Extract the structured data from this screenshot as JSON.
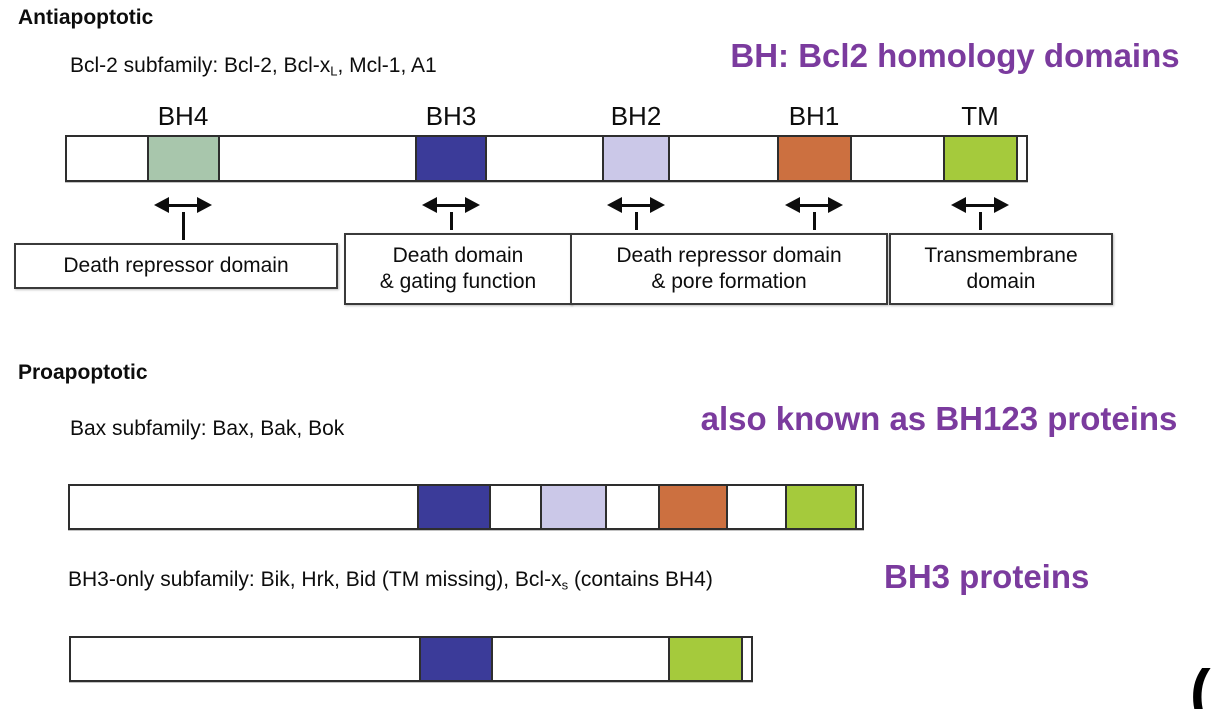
{
  "palette": {
    "bh4": "#a8c6ac",
    "bh3": "#3b3b99",
    "bh2": "#cbc8e8",
    "bh1": "#cc7040",
    "tm": "#a5ca3c",
    "purple": "#7b3b9e",
    "bar_border": "#2e2e2e"
  },
  "antiapoptotic": {
    "heading": "Antiapoptotic",
    "subfamily_prefix": "Bcl-2 subfamily: Bcl-2, Bcl-x",
    "subfamily_sub": "L",
    "subfamily_suffix": ", Mcl-1, A1",
    "annotation": "BH: Bcl2 homology domains",
    "domain_labels": [
      "BH4",
      "BH3",
      "BH2",
      "BH1",
      "TM"
    ],
    "bar_domains": [
      "BH4",
      "BH3",
      "BH2",
      "BH1",
      "TM"
    ],
    "function_boxes": [
      "Death repressor domain",
      "Death domain\n& gating function",
      "Death repressor domain\n& pore formation",
      "Transmembrane\ndomain"
    ]
  },
  "proapoptotic": {
    "heading": "Proapoptotic",
    "bax_subfamily": "Bax subfamily: Bax, Bak, Bok",
    "bax_annotation": "also known as BH123 proteins",
    "bax_bar_domains": [
      "BH3",
      "BH2",
      "BH1",
      "TM"
    ],
    "bh3_subfamily_prefix": "BH3-only subfamily: Bik, Hrk, Bid (TM missing), Bcl-x",
    "bh3_subfamily_sub": "s",
    "bh3_subfamily_suffix": " (contains BH4)",
    "bh3_annotation": "BH3 proteins",
    "bh3_bar_domains": [
      "BH3",
      "TM"
    ]
  },
  "corner_mark": "("
}
